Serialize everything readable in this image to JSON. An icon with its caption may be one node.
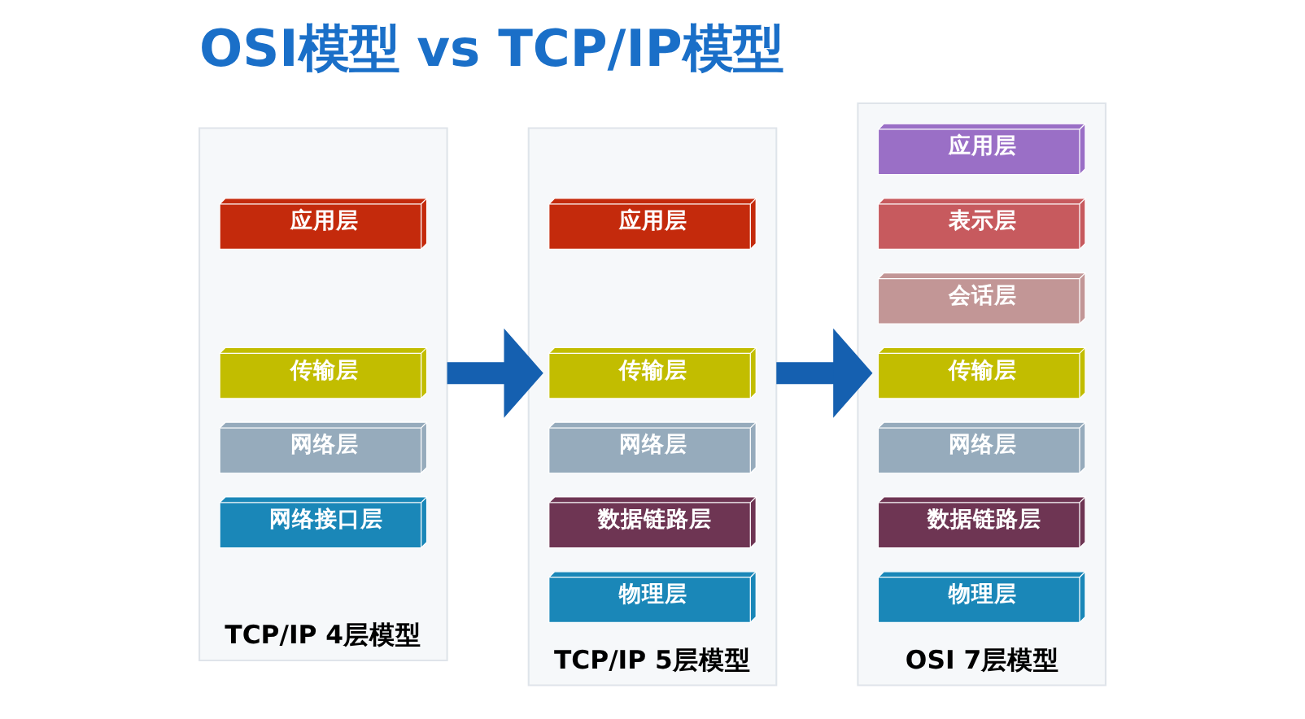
{
  "diagram": {
    "title": "OSI模型 vs TCP/IP模型",
    "nodes": [
      {
        "text": [
          "TCP/IP 4层模型"
        ]
      },
      {
        "text": [
          "应用层"
        ],
        "in": 0
      },
      {
        "text": [
          "传输层"
        ],
        "in": 0
      },
      {
        "text": [
          "网络层"
        ],
        "in": 0
      },
      {
        "text": [
          "网络接口层"
        ],
        "in": 0
      },
      {
        "text": [
          "TCP/IP 5层模型"
        ]
      },
      {
        "text": [
          "应用层"
        ],
        "in": 5
      },
      {
        "text": [
          "传输层"
        ],
        "in": 5
      },
      {
        "text": [
          "网络层"
        ],
        "in": 5
      },
      {
        "text": [
          "数据链路层"
        ],
        "in": 5
      },
      {
        "text": [
          "物理层"
        ],
        "in": 5
      },
      {
        "text": [
          "OSI 7层模型"
        ]
      },
      {
        "text": [
          "应用层"
        ],
        "in": 11
      },
      {
        "text": [
          "表示层"
        ],
        "in": 11
      },
      {
        "text": [
          "会话层"
        ],
        "in": 11
      },
      {
        "text": [
          "传输层"
        ],
        "in": 11
      },
      {
        "text": [
          "网络层"
        ],
        "in": 11
      },
      {
        "text": [
          "数据链路层"
        ],
        "in": 11
      },
      {
        "text": [
          "物理层"
        ],
        "in": 11
      }
    ],
    "edges": [
      {
        "from": 0,
        "to": 5,
        "arrow": "to"
      },
      {
        "from": 5,
        "to": 11,
        "arrow": "to"
      }
    ]
  }
}
